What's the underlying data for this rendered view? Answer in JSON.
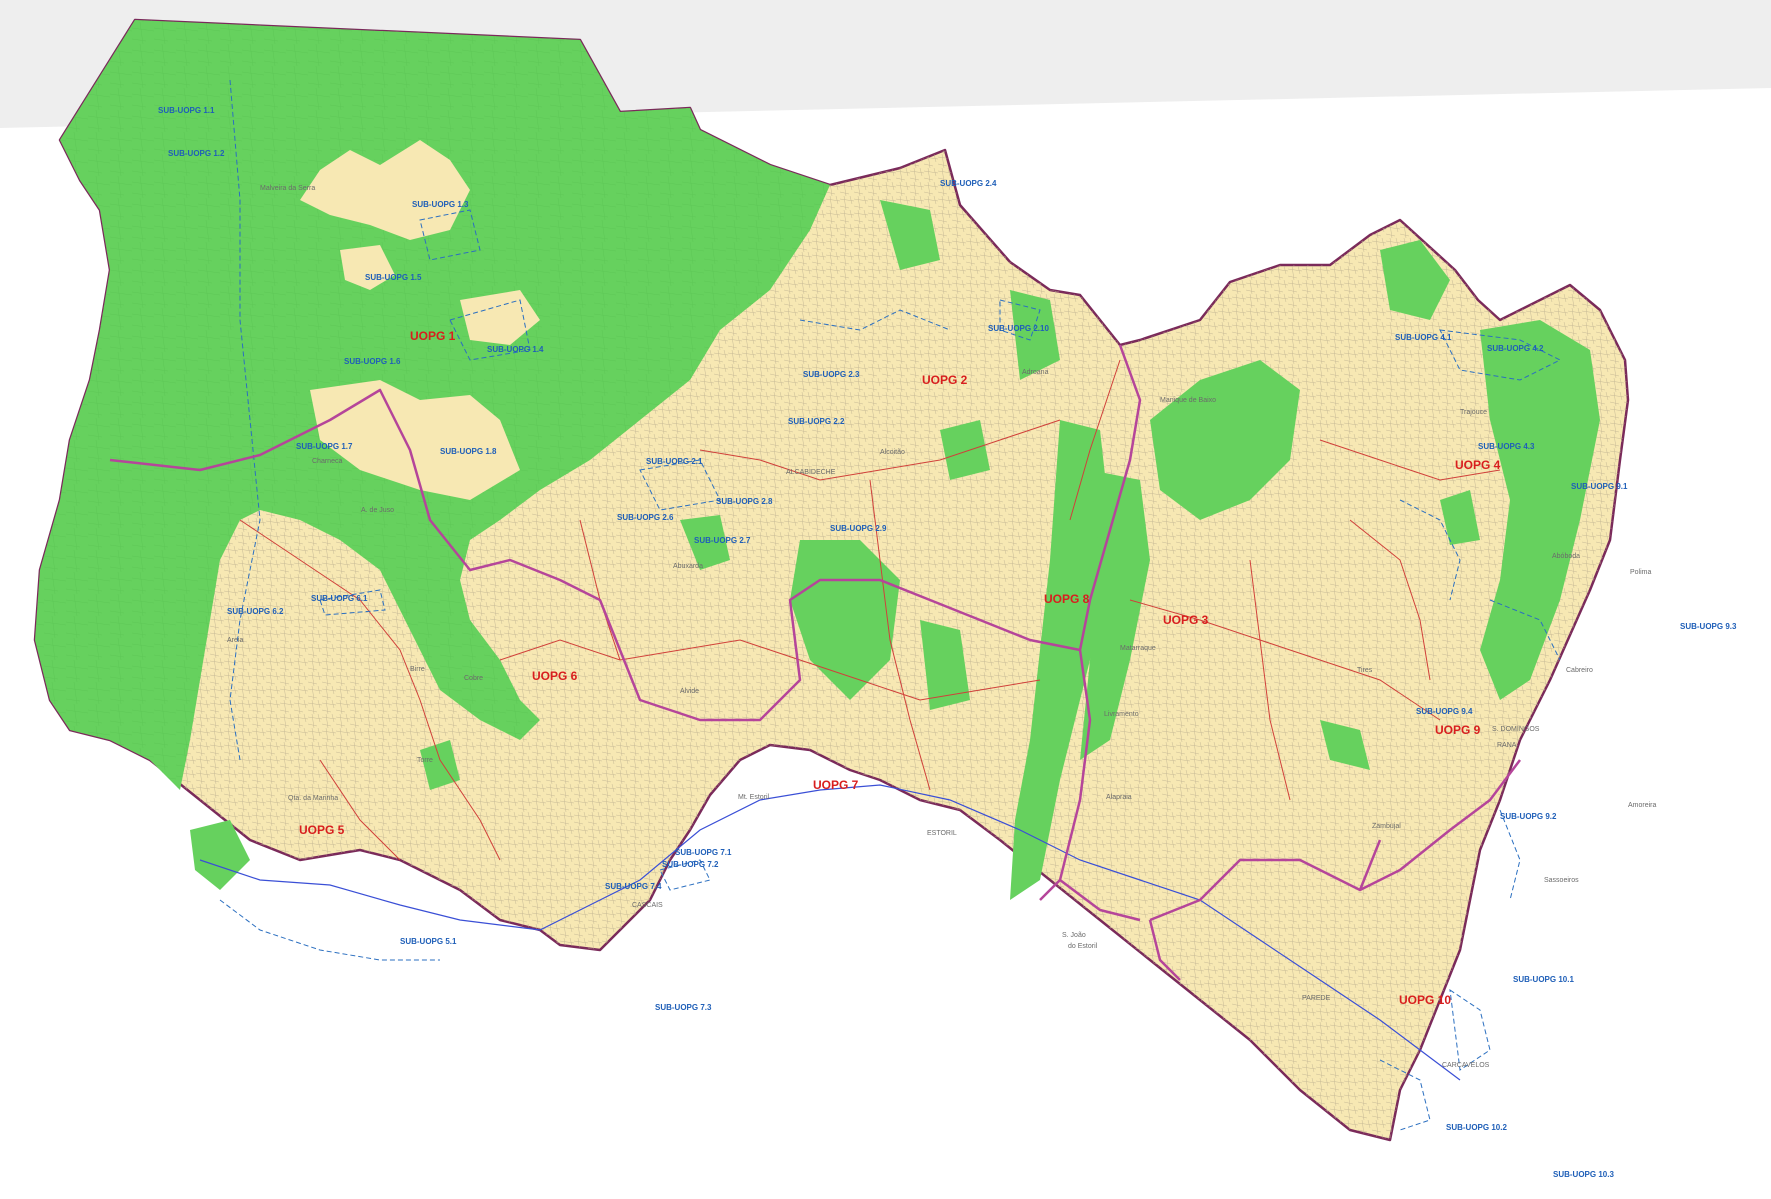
{
  "colors": {
    "background": "#ffffff",
    "top_band": "#eeeeee",
    "urban_fill": "#f7e8b3",
    "green_fill": "#66d15e",
    "outer_border": "#7a2a5a",
    "uopg_boundary": "#b5459a",
    "sub_boundary": "#2b6fc0",
    "parish_line": "#d0403a",
    "railway": "#3a4fd6",
    "road_texture": "#a8a08a",
    "uopg_label": "#d81e1e",
    "sub_label": "#1f5fb8",
    "place_label": "#6b6b6b"
  },
  "uopg_labels": {
    "u1": "UOPG 1",
    "u2": "UOPG 2",
    "u3": "UOPG 3",
    "u4": "UOPG 4",
    "u5": "UOPG 5",
    "u6": "UOPG 6",
    "u7": "UOPG 7",
    "u8": "UOPG 8",
    "u9": "UOPG 9",
    "u10": "UOPG 10"
  },
  "sub_labels": {
    "s1_1": "SUB-UOPG 1.1",
    "s1_2": "SUB-UOPG 1.2",
    "s1_3": "SUB-UOPG 1.3",
    "s1_4": "SUB-UOPG 1.4",
    "s1_5": "SUB-UOPG 1.5",
    "s1_6": "SUB-UOPG 1.6",
    "s1_7": "SUB-UOPG 1.7",
    "s1_8": "SUB-UOPG 1.8",
    "s2_1": "SUB-UOPG 2.1",
    "s2_2": "SUB-UOPG 2.2",
    "s2_3": "SUB-UOPG 2.3",
    "s2_4": "SUB-UOPG 2.4",
    "s2_6": "SUB-UOPG 2.6",
    "s2_7": "SUB-UOPG 2.7",
    "s2_8": "SUB-UOPG 2.8",
    "s2_9": "SUB-UOPG 2.9",
    "s2_10": "SUB-UOPG 2.10",
    "s4_1": "SUB-UOPG 4.1",
    "s4_2": "SUB-UOPG 4.2",
    "s4_3": "SUB-UOPG 4.3",
    "s5_1": "SUB-UOPG 5.1",
    "s6_1": "SUB-UOPG 6.1",
    "s6_2": "SUB-UOPG 6.2",
    "s7_1": "SUB-UOPG 7.1",
    "s7_2": "SUB-UOPG 7.2",
    "s7_3": "SUB-UOPG 7.3",
    "s7_4": "SUB-UOPG 7.4",
    "s9_1": "SUB-UOPG 9.1",
    "s9_2": "SUB-UOPG 9.2",
    "s9_3": "SUB-UOPG 9.3",
    "s9_4": "SUB-UOPG 9.4",
    "s10_1": "SUB-UOPG 10.1",
    "s10_2": "SUB-UOPG 10.2",
    "s10_3": "SUB-UOPG 10.3"
  },
  "place_labels": {
    "cascais": "CASCAIS",
    "estoril": "ESTORIL",
    "alcabideche": "ALCABIDECHE",
    "carcavelos": "CARCAVELOS",
    "sdomingos": "S. DOMINGOS",
    "rana": "RANA",
    "parede": "PAREDE",
    "sjoao": "S. João",
    "doestoril": "do Estoril",
    "matarraque": "Matarraque",
    "abuxarda": "Abuxarda",
    "alvide": "Alvide",
    "birre": "Birre",
    "torre": "Torre",
    "charneca": "Charneca",
    "malveira": "Malveira da Serra",
    "alcoitao": "Alcoitão",
    "adroana": "Adroana",
    "manique": "Manique de Baixo",
    "tires": "Tires",
    "trajouce": "Trajouce",
    "abobada": "Abóboda",
    "zambujal": "Zambujal",
    "sassoeiros": "Sassoeiros",
    "amoreira": "Amoreira",
    "aldeiajuso": "A. de Juso",
    "quintamarinha": "Qta. da Marinha",
    "areia": "Areia",
    "cobre": "Cobre",
    "livramento": "Livramento",
    "alapraia": "Alapraia",
    "mtestoril": "Mt. Estoril",
    "cabreiro": "Cabreiro",
    "polima": "Polima"
  }
}
